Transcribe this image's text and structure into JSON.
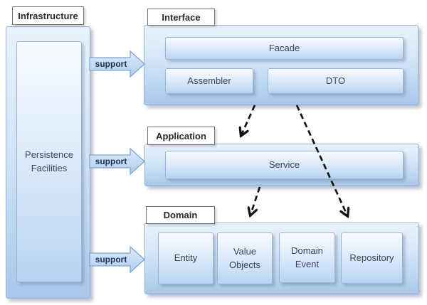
{
  "infrastructure": {
    "label": "Infrastructure",
    "persistence_box": "Persistence Facilities"
  },
  "interface_layer": {
    "label": "Interface",
    "facade": "Facade",
    "assembler": "Assembler",
    "dto": "DTO"
  },
  "application_layer": {
    "label": "Application",
    "service": "Service"
  },
  "domain_layer": {
    "label": "Domain",
    "entity": "Entity",
    "value_objects": "Value Objects",
    "domain_event": "Domain Event",
    "repository": "Repository"
  },
  "support_arrows": {
    "top": "support",
    "middle": "support",
    "bottom": "support"
  },
  "colors": {
    "panel_border": "#8fb2d6",
    "panel_gradient_top": "#e9f2fc",
    "panel_gradient_bottom": "#a9c7ea",
    "box_border": "#94b6da",
    "box_gradient_top": "#f8fbff",
    "box_gradient_bottom": "#b7d3f1",
    "label_border": "#70757c",
    "box_text": "#37445a",
    "dashed_arrow": "#141414",
    "support_arrow_fill_top": "#ddebfa",
    "support_arrow_fill_bottom": "#aecdef",
    "support_arrow_stroke": "#7fa6cf",
    "support_text": "#203250"
  }
}
